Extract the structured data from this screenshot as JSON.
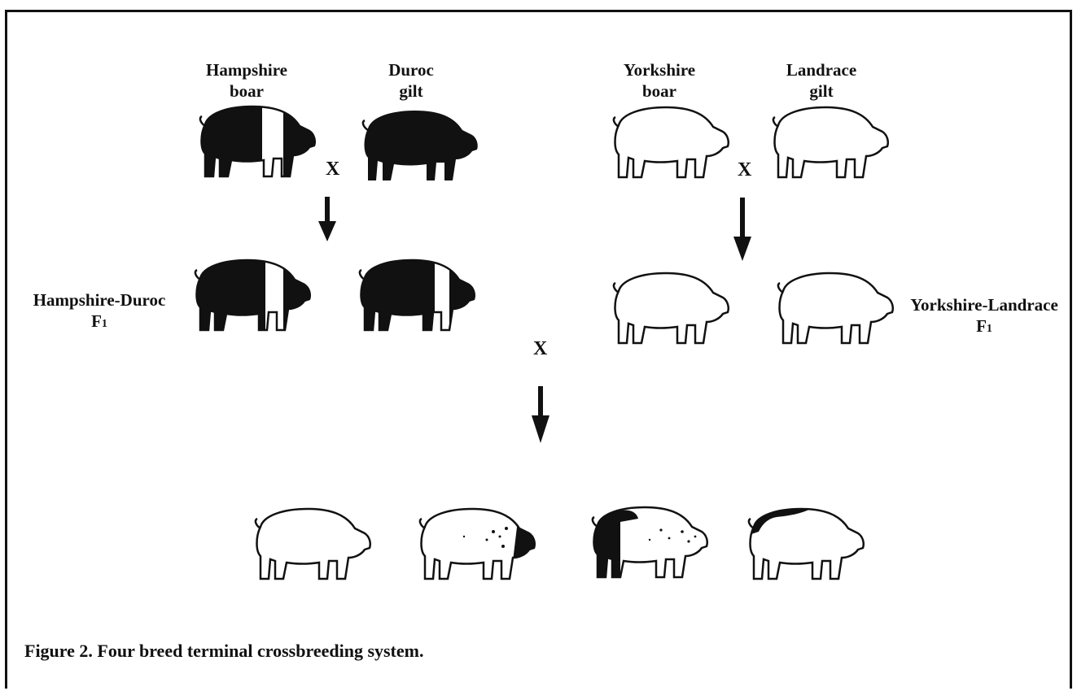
{
  "parents_left": {
    "boar": {
      "line1": "Hampshire",
      "line2": "boar"
    },
    "gilt": {
      "line1": "Duroc",
      "line2": "gilt"
    }
  },
  "parents_right": {
    "boar": {
      "line1": "Yorkshire",
      "line2": "boar"
    },
    "gilt": {
      "line1": "Landrace",
      "line2": "gilt"
    }
  },
  "cross_symbol": "X",
  "f1_left": {
    "line1": "Hampshire-Duroc",
    "line2": "F",
    "sub": "1"
  },
  "f1_right": {
    "line1": "Yorkshire-Landrace",
    "line2": "F",
    "sub": "1"
  },
  "caption": "Figure 2. Four breed terminal crossbreeding system.",
  "colors": {
    "ink": "#111111",
    "paper": "#ffffff"
  }
}
